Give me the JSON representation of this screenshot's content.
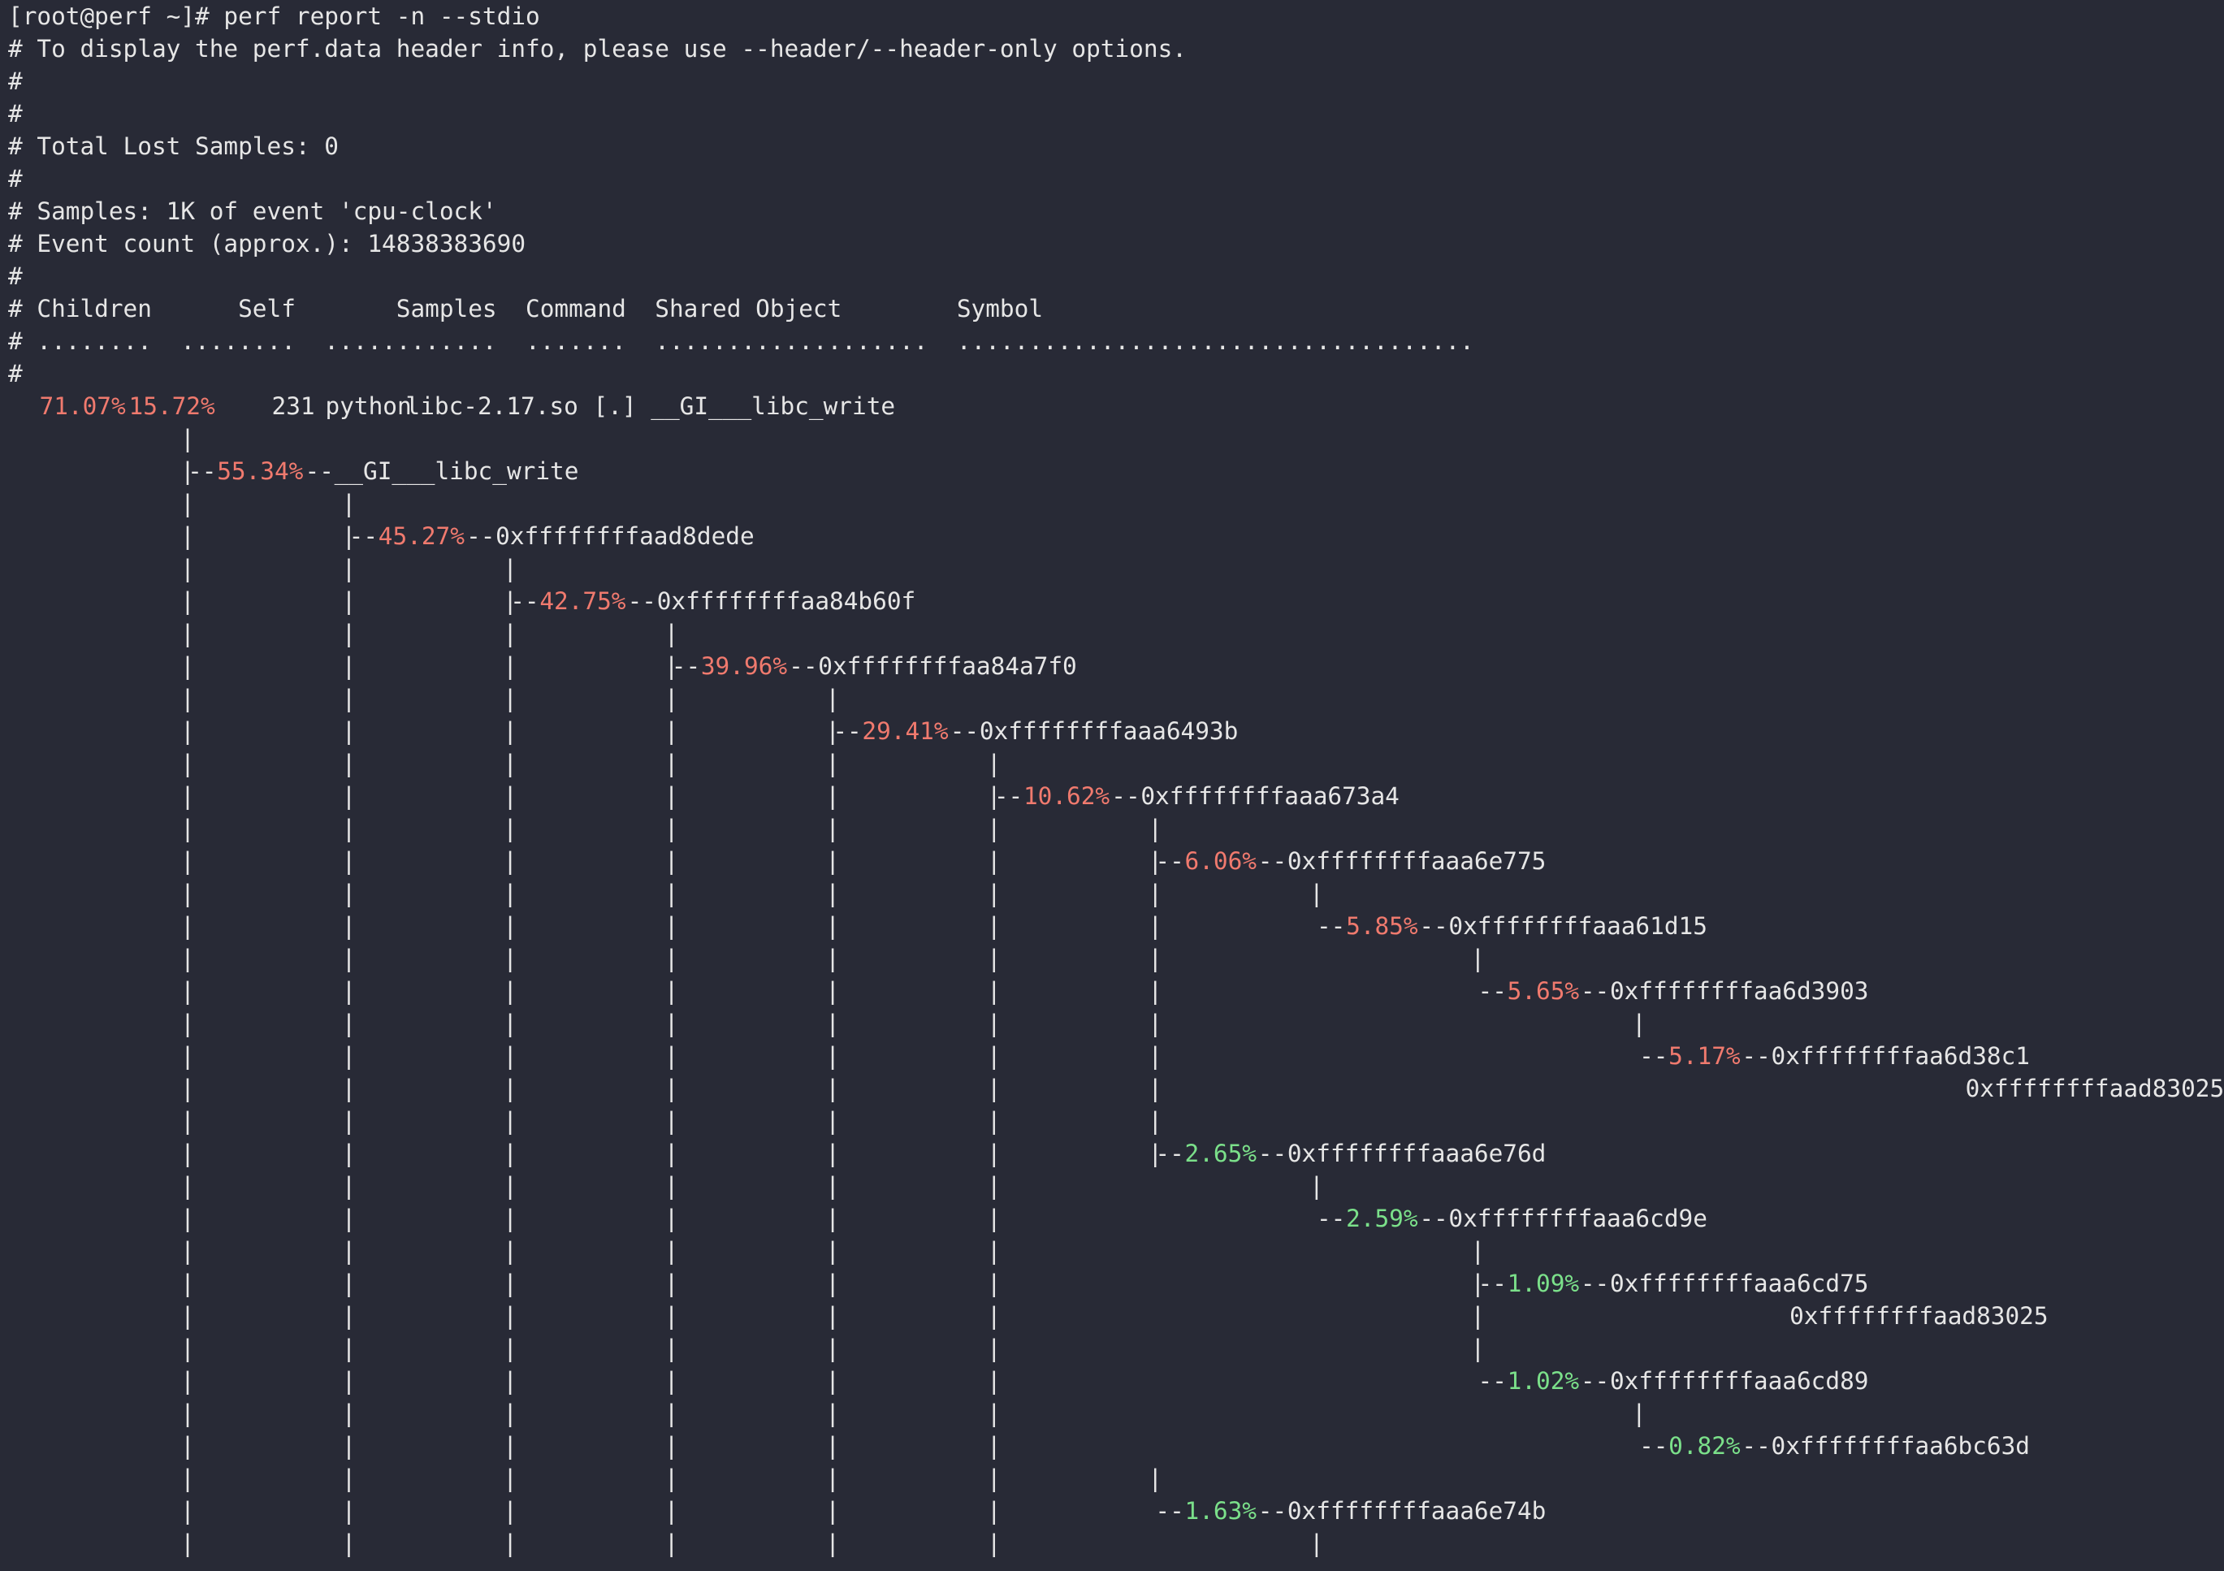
{
  "theme": {
    "background": "#282a36",
    "foreground": "#e6e6e6",
    "hot_color": "#f07a6e",
    "cool_color": "#7be08a"
  },
  "prompt": "[root@perf ~]# perf report -n --stdio",
  "header_lines": [
    "# To display the perf.data header info, please use --header/--header-only options.",
    "#",
    "#",
    "# Total Lost Samples: 0",
    "#",
    "# Samples: 1K of event 'cpu-clock'",
    "# Event count (approx.): 14838383690",
    "#",
    "# Children      Self       Samples  Command  Shared Object        Symbol",
    "# ........  ........  ............  .......  ...................  ....................................",
    "#"
  ],
  "summary_row": {
    "children": "71.07%",
    "self": "15.72%",
    "samples": "231",
    "command": "python",
    "shared_object": "libc-2.17.so",
    "symbol": "[.] __GI___libc_write"
  },
  "tree_lines": [
    {
      "pipes": [
        0
      ]
    },
    {
      "pipes": [],
      "pipe_before": 0,
      "prefix": "--",
      "pct": "55.34%",
      "heat": "hot",
      "sep": "--",
      "symbol": "__GI___libc_write"
    },
    {
      "pipes": [
        0,
        1
      ]
    },
    {
      "pipes": [
        0
      ],
      "pipe_before": 1,
      "prefix": "--",
      "pct": "45.27%",
      "heat": "hot",
      "sep": "--",
      "symbol": "0xffffffffaad8dede"
    },
    {
      "pipes": [
        0,
        1,
        2
      ]
    },
    {
      "pipes": [
        0,
        1
      ],
      "pipe_before": 2,
      "prefix": "--",
      "pct": "42.75%",
      "heat": "hot",
      "sep": "--",
      "symbol": "0xffffffffaa84b60f"
    },
    {
      "pipes": [
        0,
        1,
        2,
        3
      ]
    },
    {
      "pipes": [
        0,
        1,
        2
      ],
      "pipe_before": 3,
      "prefix": "--",
      "pct": "39.96%",
      "heat": "hot",
      "sep": "--",
      "symbol": "0xffffffffaa84a7f0"
    },
    {
      "pipes": [
        0,
        1,
        2,
        3,
        4
      ]
    },
    {
      "pipes": [
        0,
        1,
        2,
        3
      ],
      "pipe_before": 4,
      "prefix": "--",
      "pct": "29.41%",
      "heat": "hot",
      "sep": "--",
      "symbol": "0xffffffffaaa6493b"
    },
    {
      "pipes": [
        0,
        1,
        2,
        3,
        4,
        5
      ]
    },
    {
      "pipes": [
        0,
        1,
        2,
        3,
        4
      ],
      "pipe_before": 5,
      "prefix": "--",
      "pct": "10.62%",
      "heat": "hot",
      "sep": "--",
      "symbol": "0xffffffffaaa673a4"
    },
    {
      "pipes": [
        0,
        1,
        2,
        3,
        4,
        5,
        6
      ]
    },
    {
      "pipes": [
        0,
        1,
        2,
        3,
        4,
        5
      ],
      "pipe_before": 6,
      "prefix": "--",
      "pct": "6.06%",
      "heat": "hot",
      "sep": "--",
      "symbol": "0xffffffffaaa6e775"
    },
    {
      "pipes": [
        0,
        1,
        2,
        3,
        4,
        5,
        6,
        7
      ]
    },
    {
      "pipes": [
        0,
        1,
        2,
        3,
        4,
        5,
        6
      ],
      "at": 7,
      "prefix": "--",
      "pct": "5.85%",
      "heat": "hot",
      "sep": "--",
      "symbol": "0xffffffffaaa61d15"
    },
    {
      "pipes": [
        0,
        1,
        2,
        3,
        4,
        5,
        6,
        8
      ]
    },
    {
      "pipes": [
        0,
        1,
        2,
        3,
        4,
        5,
        6
      ],
      "at": 8,
      "prefix": "--",
      "pct": "5.65%",
      "heat": "hot",
      "sep": "--",
      "symbol": "0xffffffffaa6d3903"
    },
    {
      "pipes": [
        0,
        1,
        2,
        3,
        4,
        5,
        6,
        9
      ]
    },
    {
      "pipes": [
        0,
        1,
        2,
        3,
        4,
        5,
        6
      ],
      "at": 9,
      "prefix": "--",
      "pct": "5.17%",
      "heat": "hot",
      "sep": "--",
      "symbol": "0xffffffffaa6d38c1"
    },
    {
      "pipes": [
        0,
        1,
        2,
        3,
        4,
        5,
        6
      ],
      "tail_col": 133.5,
      "tail": "0xffffffffaad83025"
    },
    {
      "pipes": [
        0,
        1,
        2,
        3,
        4,
        5,
        6
      ]
    },
    {
      "pipes": [
        0,
        1,
        2,
        3,
        4,
        5
      ],
      "pipe_before": 6,
      "prefix": "--",
      "pct": "2.65%",
      "heat": "cool",
      "sep": "--",
      "symbol": "0xffffffffaaa6e76d"
    },
    {
      "pipes": [
        0,
        1,
        2,
        3,
        4,
        5,
        7
      ]
    },
    {
      "pipes": [
        0,
        1,
        2,
        3,
        4,
        5
      ],
      "at": 7,
      "prefix": "--",
      "pct": "2.59%",
      "heat": "cool",
      "sep": "--",
      "symbol": "0xffffffffaaa6cd9e"
    },
    {
      "pipes": [
        0,
        1,
        2,
        3,
        4,
        5,
        8
      ]
    },
    {
      "pipes": [
        0,
        1,
        2,
        3,
        4,
        5
      ],
      "pipe_before": 8,
      "prefix": "--",
      "pct": "1.09%",
      "heat": "cool",
      "sep": "--",
      "symbol": "0xffffffffaaa6cd75"
    },
    {
      "pipes": [
        0,
        1,
        2,
        3,
        4,
        5,
        8
      ],
      "tail_col": 121.5,
      "tail": "0xffffffffaad83025"
    },
    {
      "pipes": [
        0,
        1,
        2,
        3,
        4,
        5,
        8
      ]
    },
    {
      "pipes": [
        0,
        1,
        2,
        3,
        4,
        5
      ],
      "at": 8,
      "prefix": "--",
      "pct": "1.02%",
      "heat": "cool",
      "sep": "--",
      "symbol": "0xffffffffaaa6cd89"
    },
    {
      "pipes": [
        0,
        1,
        2,
        3,
        4,
        5,
        9
      ]
    },
    {
      "pipes": [
        0,
        1,
        2,
        3,
        4,
        5
      ],
      "at": 9,
      "prefix": "--",
      "pct": "0.82%",
      "heat": "cool",
      "sep": "--",
      "symbol": "0xffffffffaa6bc63d"
    },
    {
      "pipes": [
        0,
        1,
        2,
        3,
        4,
        5,
        6
      ]
    },
    {
      "pipes": [
        0,
        1,
        2,
        3,
        4,
        5
      ],
      "at": 6,
      "prefix": "--",
      "pct": "1.63%",
      "heat": "cool",
      "sep": "--",
      "symbol": "0xffffffffaaa6e74b"
    },
    {
      "pipes": [
        0,
        1,
        2,
        3,
        4,
        5,
        7
      ]
    }
  ]
}
